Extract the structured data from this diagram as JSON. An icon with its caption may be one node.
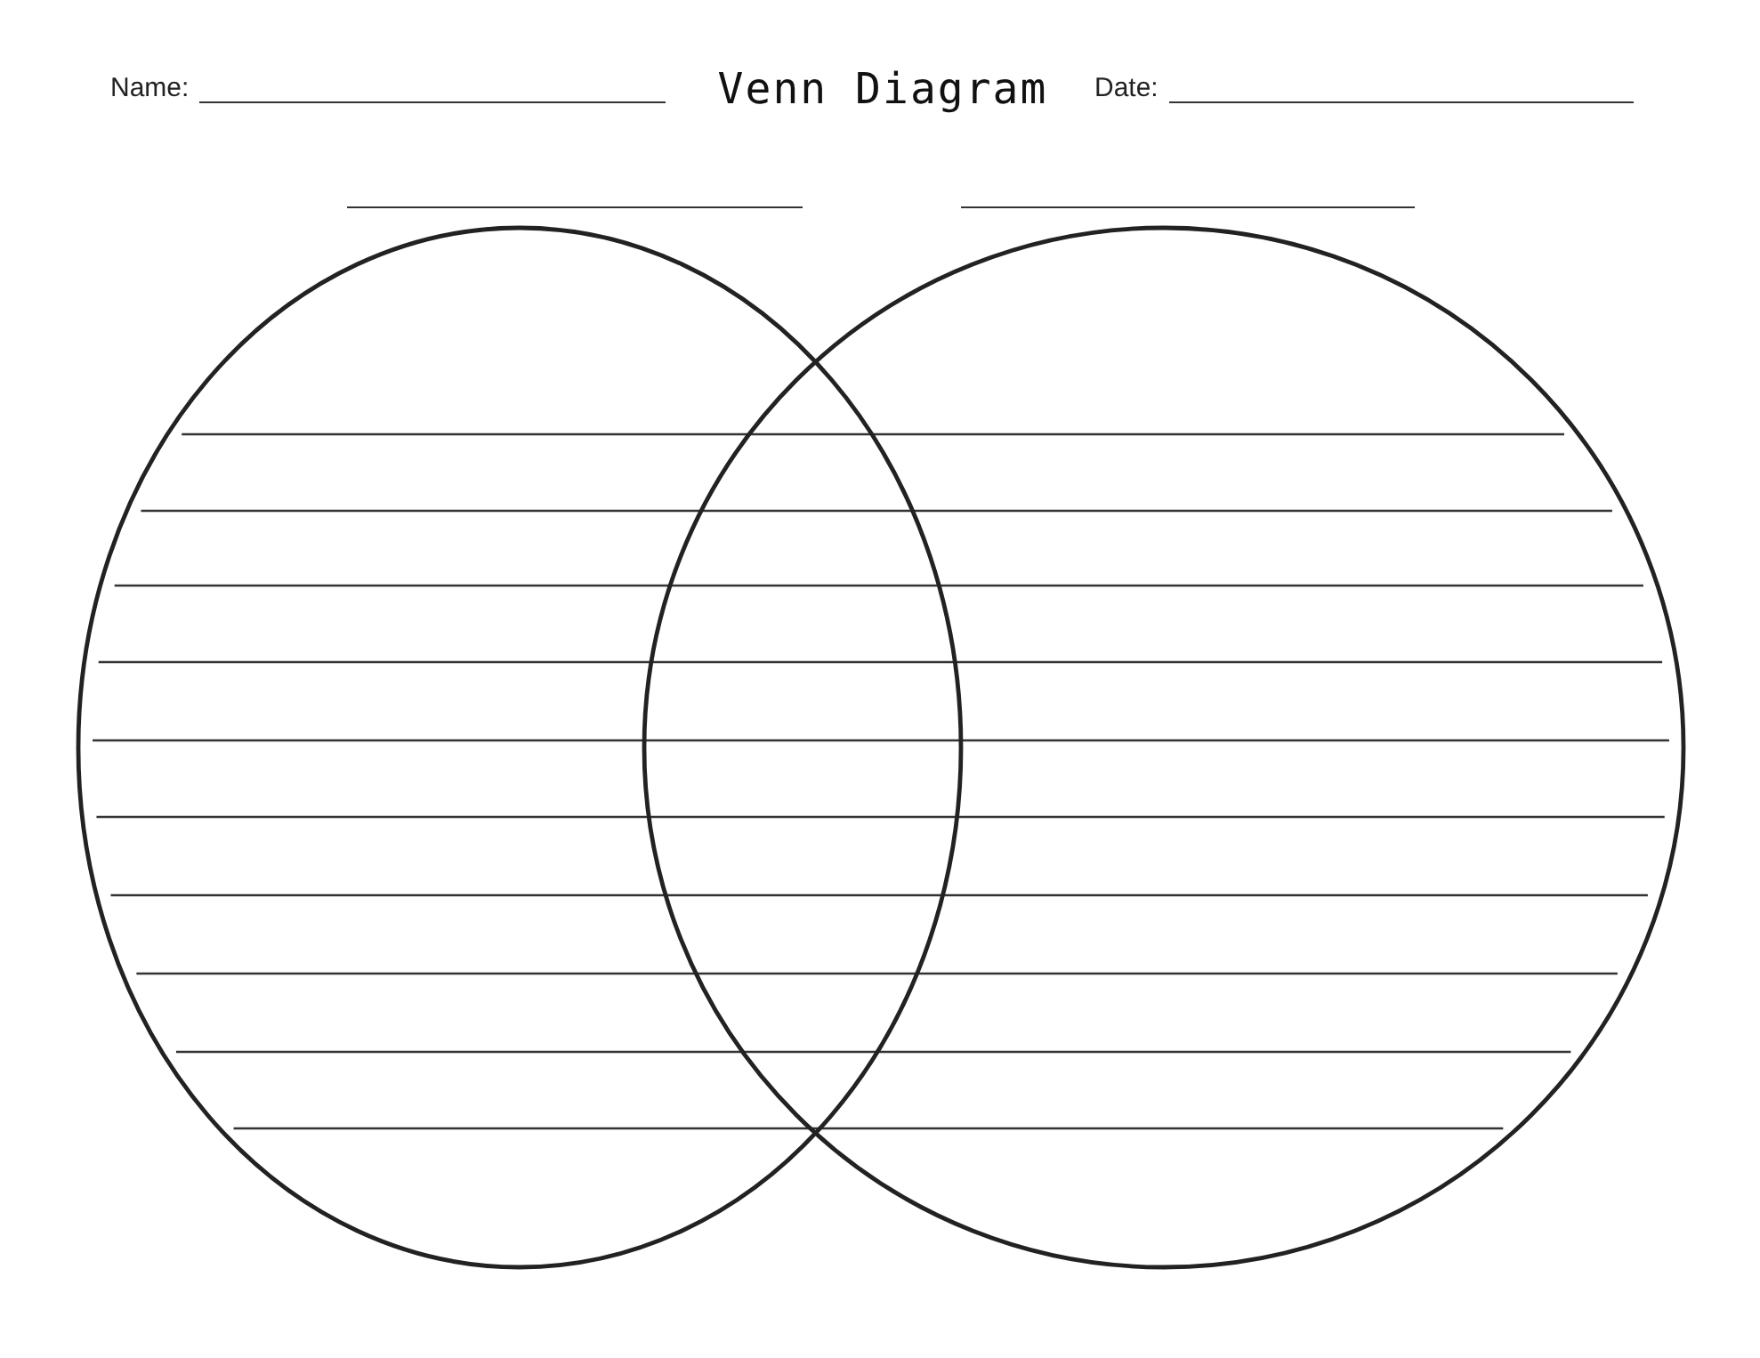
{
  "diagram": {
    "title": "Venn Diagram",
    "nodes": [
      {
        "text": [],
        "shape": "circle"
      },
      {
        "text": [],
        "shape": "circle"
      }
    ],
    "labels": [
      "Name:",
      "Date:"
    ]
  }
}
